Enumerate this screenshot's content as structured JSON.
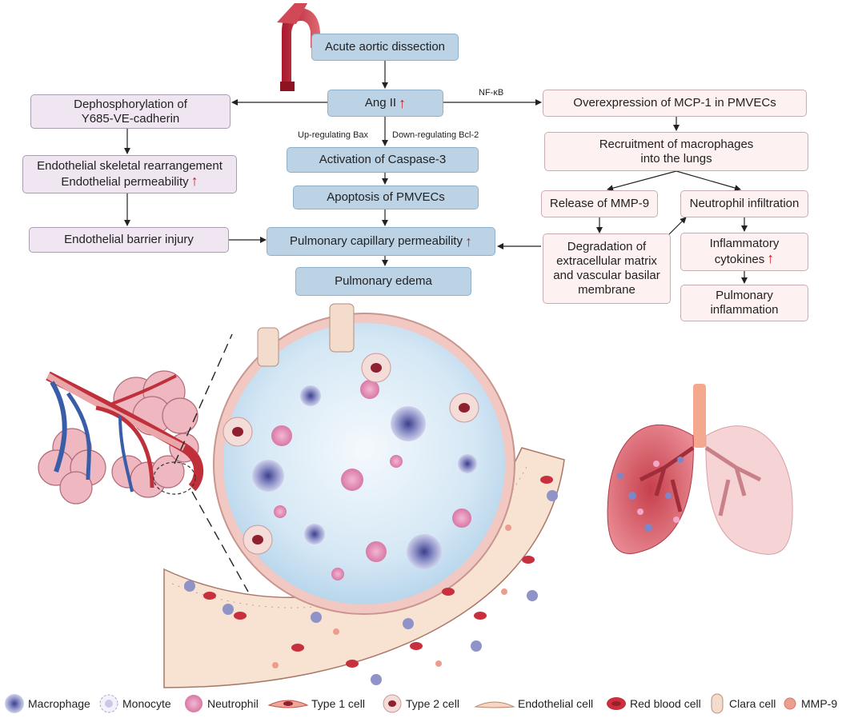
{
  "flow": {
    "aad": "Acute aortic dissection",
    "angii": "Ang II",
    "nfkb": "NF-κB",
    "up_bax": "Up-regulating Bax",
    "down_bcl2": "Down-regulating Bcl-2",
    "caspase": "Activation of Caspase-3",
    "apoptosis": "Apoptosis of PMVECs",
    "permeability": "Pulmonary capillary permeability",
    "edema": "Pulmonary edema",
    "dephos_1": "Dephosphorylation of",
    "dephos_2": "Y685-VE-cadherin",
    "skel_1": "Endothelial skeletal rearrangement",
    "skel_2": "Endothelial permeability",
    "barrier": "Endothelial barrier injury",
    "mcp1": "Overexpression of MCP-1 in PMVECs",
    "recruit_1": "Recruitment of macrophages",
    "recruit_2": "into the lungs",
    "mmp9": "Release of MMP-9",
    "neutro": "Neutrophil infiltration",
    "degrad_1": "Degradation of",
    "degrad_2": "extracellular matrix",
    "degrad_3": "and vascular basilar",
    "degrad_4": "membrane",
    "cyto_1": "Inflammatory",
    "cyto_2": "cytokines",
    "inflam_1": "Pulmonary",
    "inflam_2": "inflammation",
    "up_arrow": "↑"
  },
  "legend": [
    {
      "label": "Macrophage",
      "icon": "macrophage-icon"
    },
    {
      "label": "Monocyte",
      "icon": "monocyte-icon"
    },
    {
      "label": "Neutrophil",
      "icon": "neutrophil-icon"
    },
    {
      "label": "Type 1 cell",
      "icon": "type1-cell-icon"
    },
    {
      "label": "Type 2 cell",
      "icon": "type2-cell-icon"
    },
    {
      "label": "Endothelial cell",
      "icon": "endothelial-cell-icon"
    },
    {
      "label": "Red blood cell",
      "icon": "red-blood-cell-icon"
    },
    {
      "label": "Clara cell",
      "icon": "clara-cell-icon"
    },
    {
      "label": "MMP-9",
      "icon": "mmp9-icon"
    }
  ],
  "colors": {
    "blue_box": "#bcd3e6",
    "lavender_box": "#efe6f1",
    "pink_box": "#fdf1f1",
    "up_arrow": "#d7191c",
    "vessel_red": "#c0303a",
    "vessel_blue": "#3a5da8"
  }
}
